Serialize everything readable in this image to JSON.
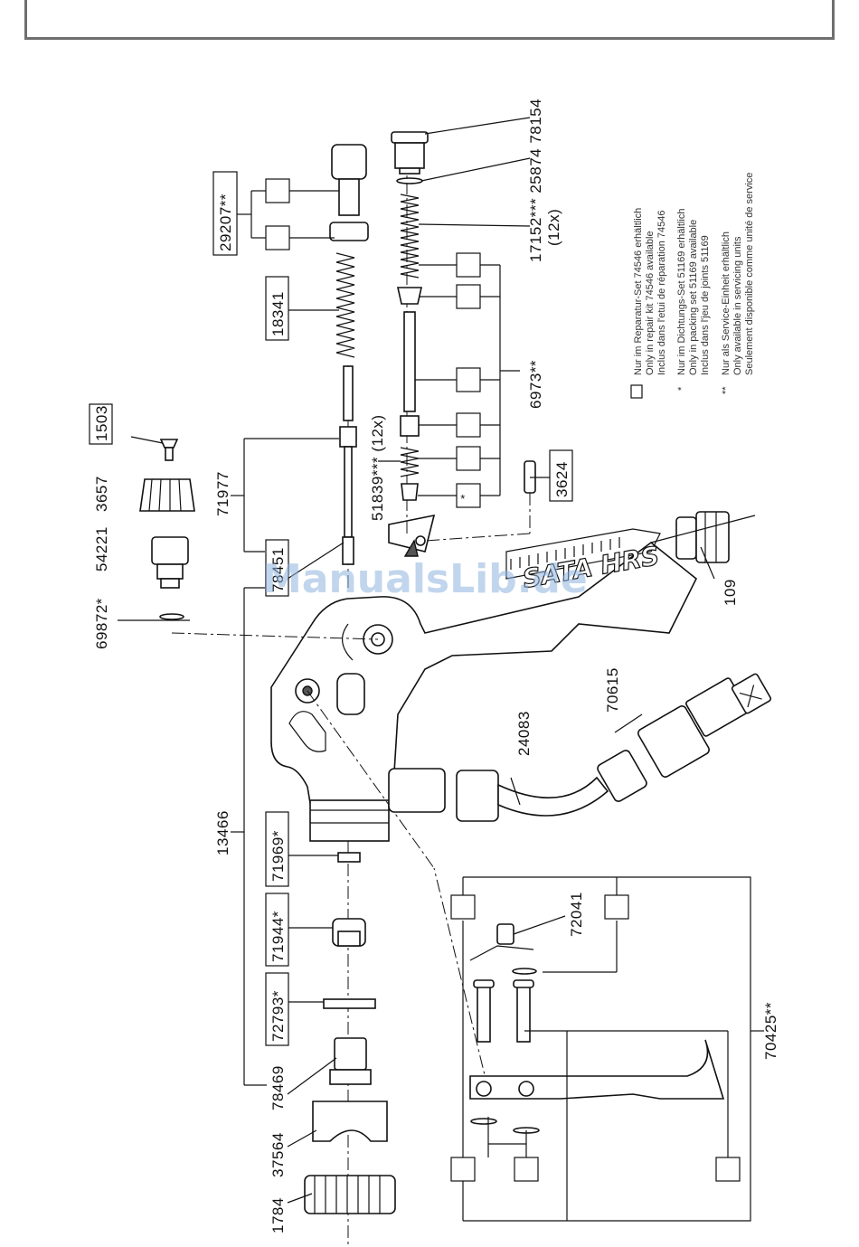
{
  "parts": {
    "p1503": "1503",
    "p3657": "3657",
    "p54221": "54221",
    "p69872": "69872*",
    "p71977": "71977",
    "p78451": "78451",
    "p18341": "18341",
    "p29207": "29207**",
    "p51839": "51839*** (12x)",
    "p3624": "3624",
    "p6973": "6973**",
    "p17152": "17152*** 25874 78154",
    "p12x": "(12x)",
    "p109": "109",
    "p70615": "70615",
    "p24083": "24083",
    "p13466": "13466",
    "p71969": "71969*",
    "p71944": "71944*",
    "p72793": "72793*",
    "p78469": "78469",
    "p37564": "37564",
    "p1784": "1784",
    "p72041": "72041",
    "p70425": "70425**"
  },
  "legend": {
    "l1": "Nur im Reparatur-Set 74546 erhältlich",
    "l2": "Only in repair kit 74546 available",
    "l3": "Inclus dans l'etui de réparation 74546",
    "m4": "*",
    "l4": "Nur im Dichtungs-Set 51169 erhältlich",
    "l5": "Only in packing set 51169 available",
    "l6": "Inclus dans l'jeu de joints 51169",
    "m7": "**",
    "l7": "Nur als Service-Einheit erhältlich",
    "l8": "Only available in servicing units",
    "l9": "Seulement disponible comme unité de service"
  },
  "markers": {
    "star": "*"
  },
  "brand": {
    "gun_logo": "SATA HRS"
  },
  "watermark": "ManualsLib.de"
}
